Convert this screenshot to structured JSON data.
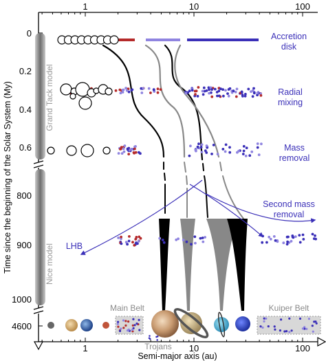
{
  "x_axis": {
    "title": "Semi-major axis (au)",
    "top_ticks": [
      "1",
      "10",
      "100"
    ],
    "bottom_ticks": [
      "1",
      "10",
      "100"
    ]
  },
  "y_axis": {
    "title": "Time since the beginning of the Solar System (My)",
    "upper_ticks": [
      "0",
      "0.2",
      "0.4",
      "0.6"
    ],
    "lower_ticks": [
      "800",
      "900",
      "1000"
    ],
    "final_tick": "4600"
  },
  "models": {
    "grand_tack": "Grand Tack model",
    "nice": "Nice model"
  },
  "stages": {
    "accretion": [
      "Accretion",
      "disk"
    ],
    "radial": [
      "Radial",
      "mixing"
    ],
    "mass_removal": [
      "Mass",
      "removal"
    ],
    "second_mass_removal": [
      "Second mass",
      "removal"
    ],
    "lhb": "LHB"
  },
  "belts": {
    "main": "Main Belt",
    "kuiper": "Kuiper Belt",
    "trojans": "Trojans"
  },
  "colors": {
    "inner": "#b52a2a",
    "outer_light": "#8f84e0",
    "outer_dark": "#3a2fb8",
    "label": "#3a2fb8",
    "model_bar": "#9a9a9a"
  }
}
